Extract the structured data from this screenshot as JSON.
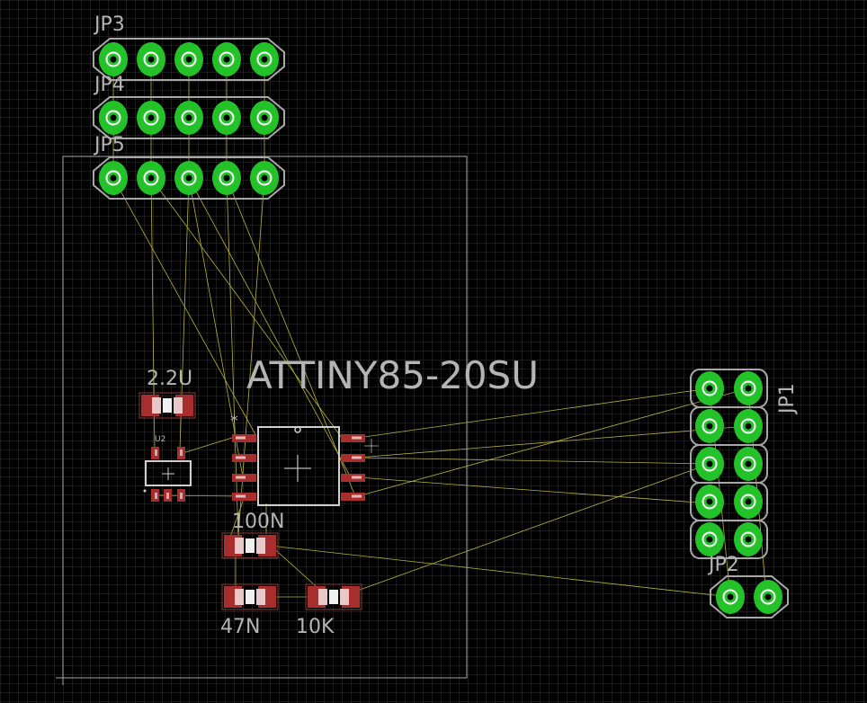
{
  "app": {
    "view": "PCB layout editor"
  },
  "colors": {
    "background": "#000000",
    "grid": "#3a3a3a",
    "outline": "#a8a8a8",
    "pad_green": "#22c228",
    "pad_ring": "#a8a8a8",
    "smd_red": "#a82e2e",
    "airwire": "#b8b23a",
    "label": "#b4b4b4"
  },
  "headers": [
    {
      "id": "jp3",
      "name": "JP3",
      "pins": 5
    },
    {
      "id": "jp4",
      "name": "JP4",
      "pins": 5
    },
    {
      "id": "jp5",
      "name": "JP5",
      "pins": 5
    },
    {
      "id": "jp1",
      "name": "JP1",
      "pins": 10
    },
    {
      "id": "jp2",
      "name": "JP2",
      "pins": 2
    }
  ],
  "parts": {
    "ic_name": "ATTINY85-20SU",
    "ic_pin1_marker": "*",
    "regulator_name": "U2",
    "cap_2u2": "2.2U",
    "cap_100n": "100N",
    "cap_47n": "47N",
    "res_10k": "10K"
  }
}
